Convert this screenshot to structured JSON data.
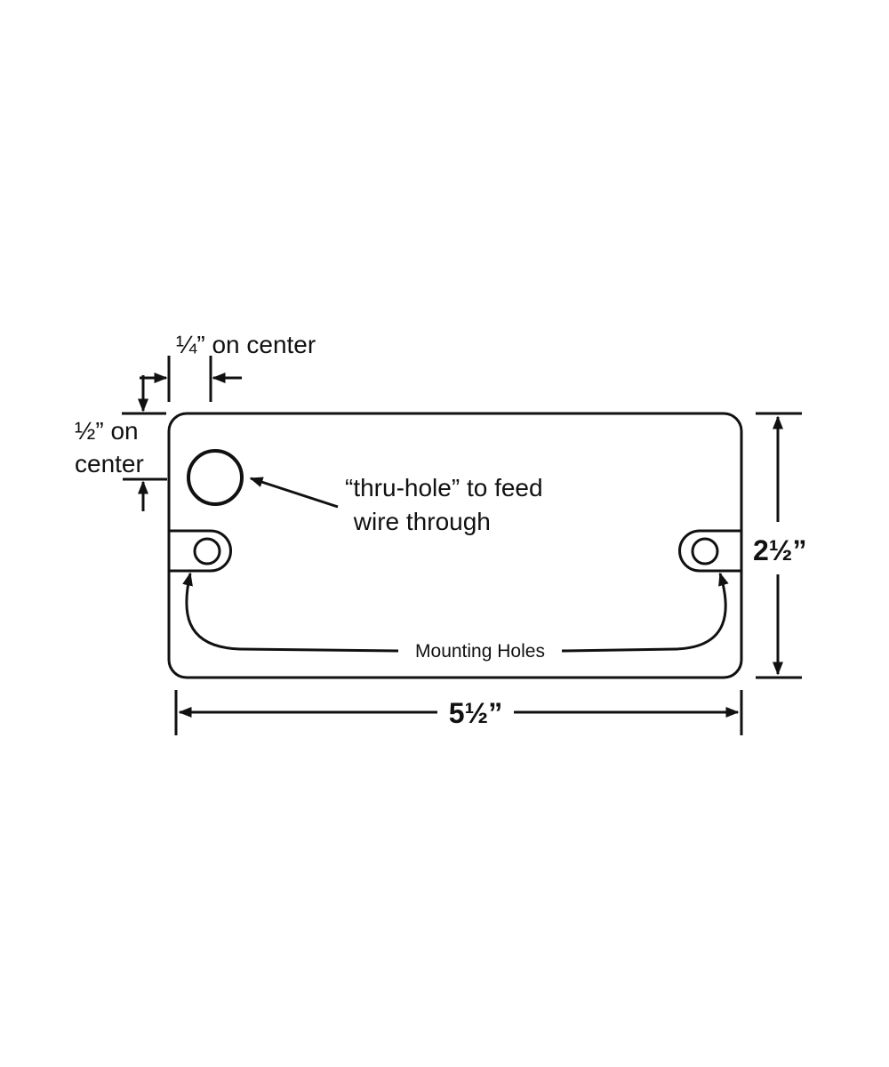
{
  "labels": {
    "quarter_on_center": "¼” on center",
    "half_on_center_line1": "½” on",
    "half_on_center_line2": "center",
    "thru_hole_line1": "“thru-hole” to feed",
    "thru_hole_line2": " wire through",
    "mounting_holes": "Mounting Holes",
    "height": "2½”",
    "width": "5½”"
  },
  "colors": {
    "line": "#111111",
    "background": "#ffffff"
  }
}
